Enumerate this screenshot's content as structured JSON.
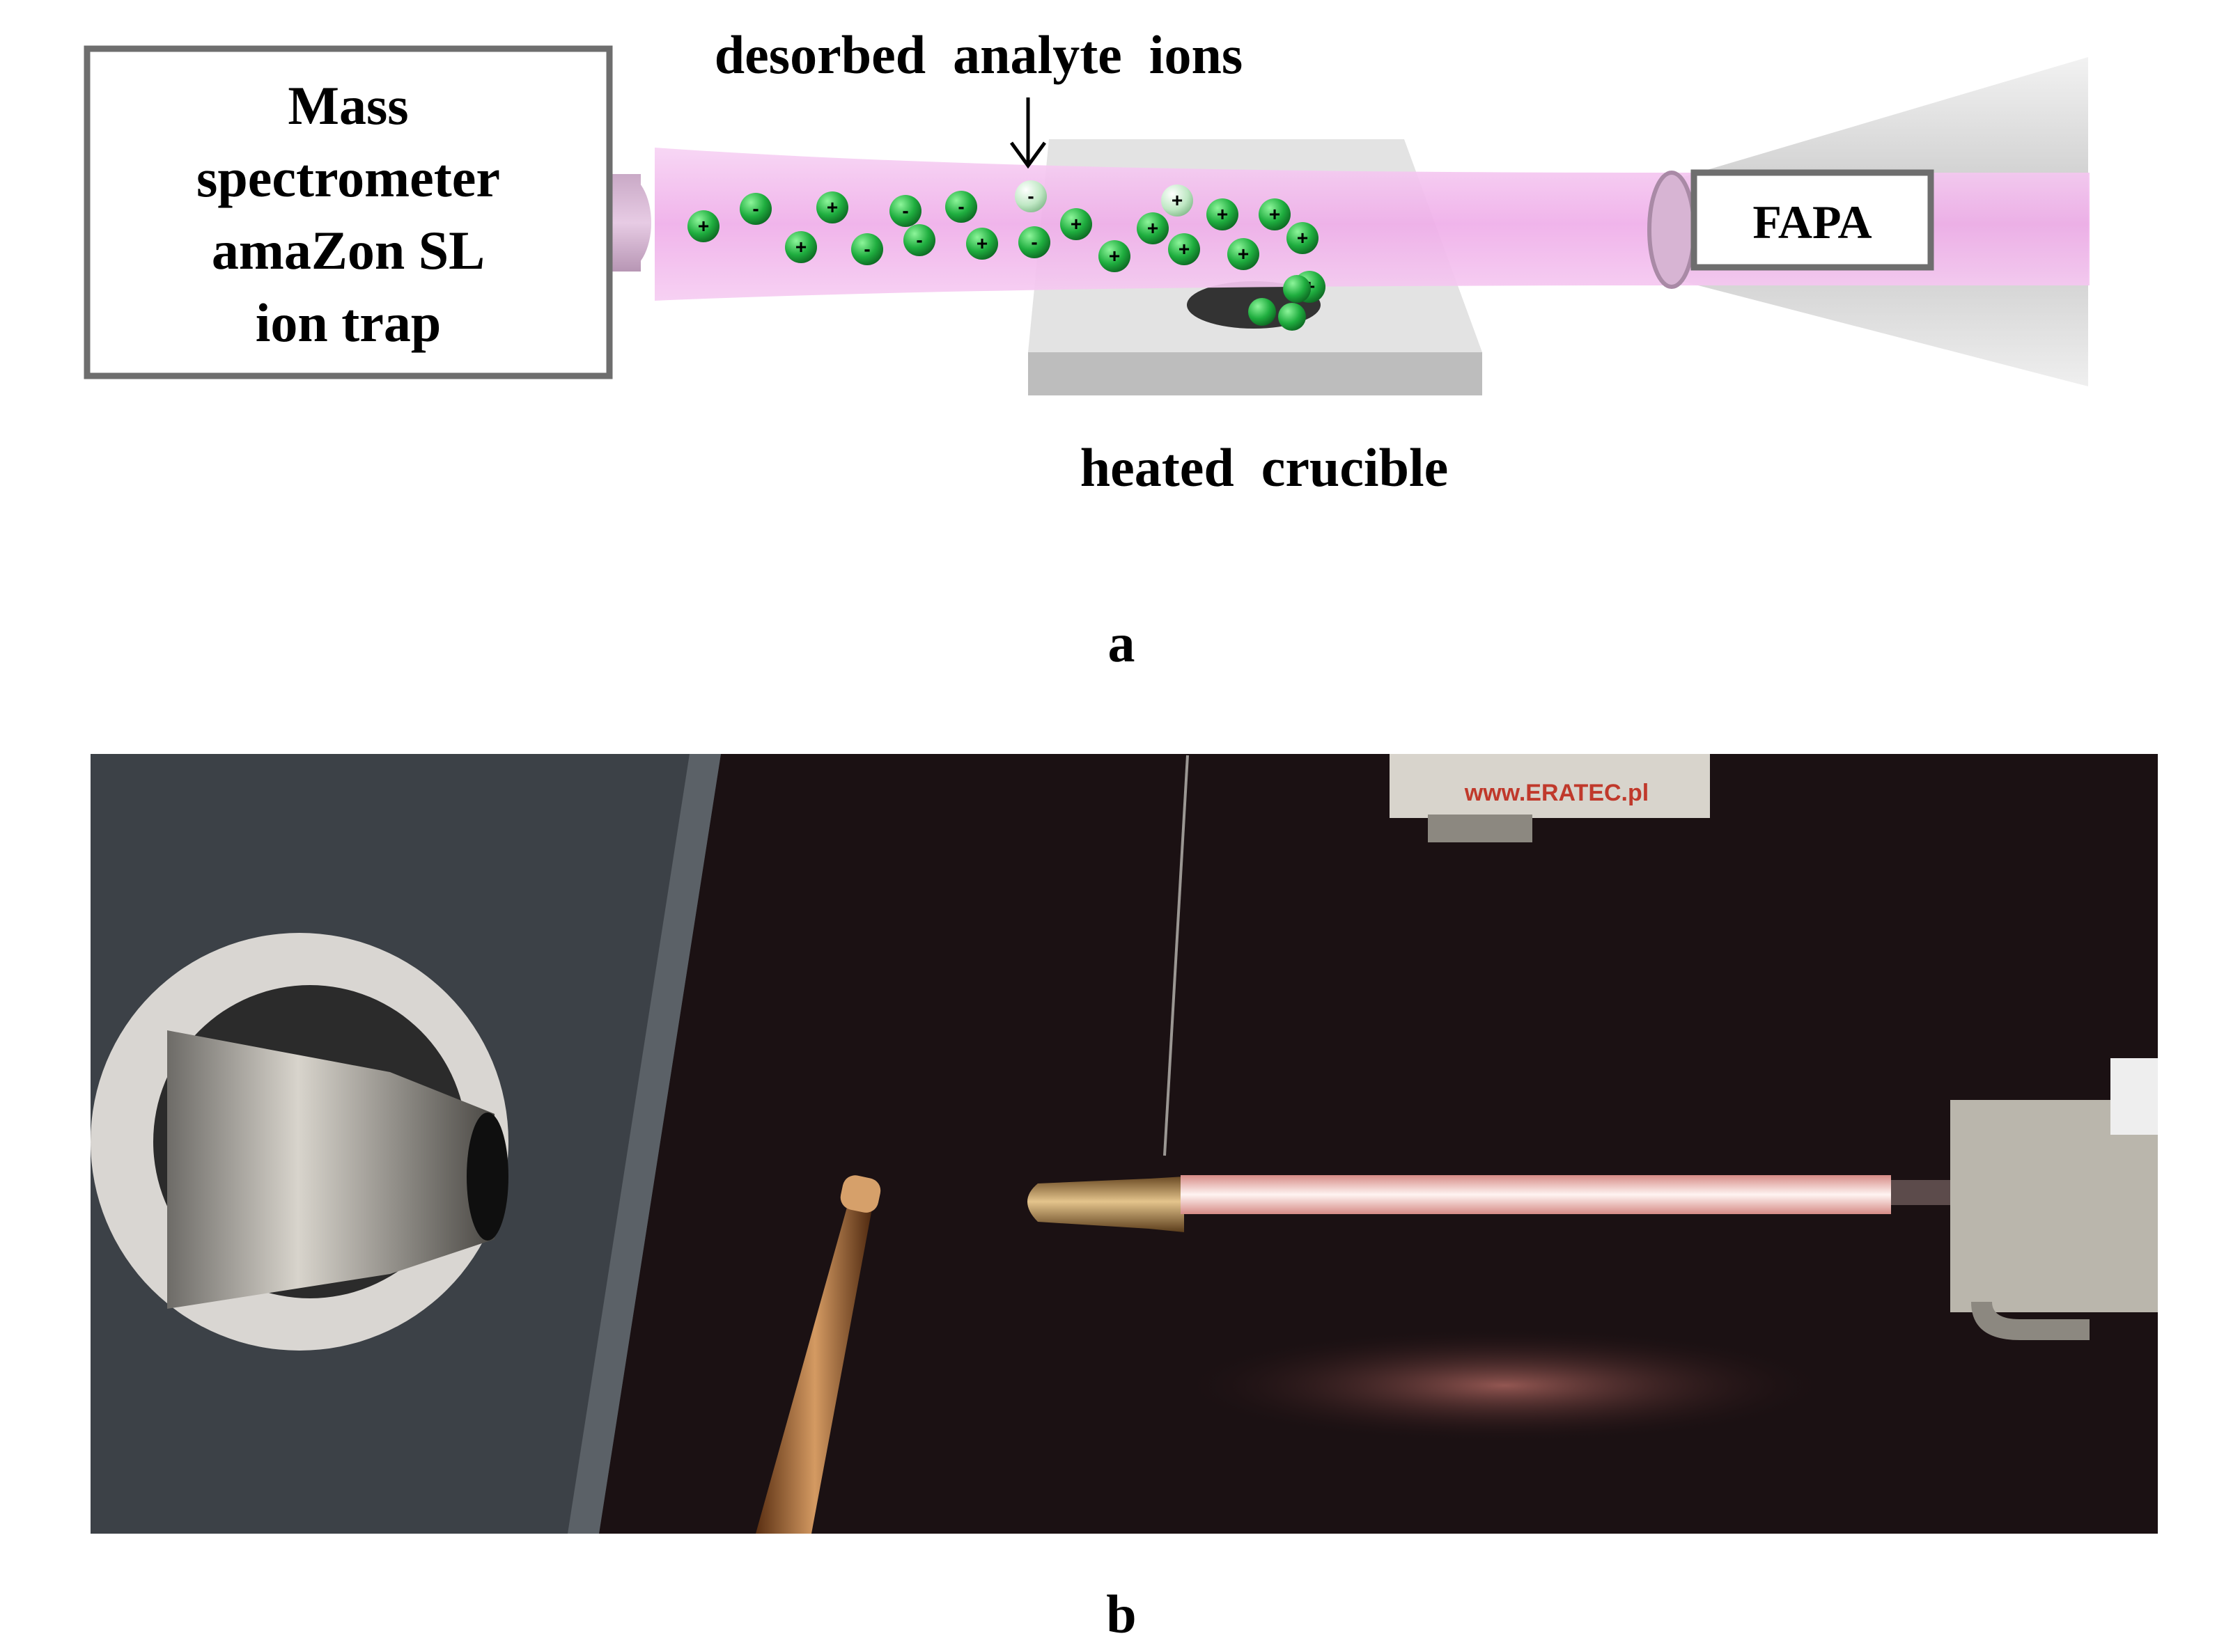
{
  "panel_a": {
    "mass_spec_box": {
      "lines": [
        "Mass",
        "spectrometer",
        "amaZon SL",
        "ion trap"
      ]
    },
    "ion_label": "desorbed  analyte  ions",
    "crucible_label": "heated  crucible",
    "fapa_label": "FAPA",
    "caption": "a",
    "ions": [
      {
        "charge": "+",
        "color": "green"
      },
      {
        "charge": "-",
        "color": "green"
      },
      {
        "charge": "+",
        "color": "green"
      },
      {
        "charge": "-",
        "color": "green"
      },
      {
        "charge": "-",
        "color": "green"
      },
      {
        "charge": "-",
        "color": "light"
      },
      {
        "charge": "-",
        "color": "green"
      },
      {
        "charge": "+",
        "color": "light"
      },
      {
        "charge": "+",
        "color": "green"
      },
      {
        "charge": "-",
        "color": "green"
      },
      {
        "charge": "+",
        "color": "green"
      },
      {
        "charge": "-",
        "color": "green"
      },
      {
        "charge": "+",
        "color": "green"
      },
      {
        "charge": "+",
        "color": "green"
      },
      {
        "charge": "+",
        "color": "green"
      },
      {
        "charge": "+",
        "color": "green"
      },
      {
        "charge": "+",
        "color": "green"
      },
      {
        "charge": "+",
        "color": "green"
      },
      {
        "charge": "+",
        "color": "green"
      },
      {
        "charge": "+",
        "color": "green"
      },
      {
        "charge": "+",
        "color": "green"
      }
    ]
  },
  "panel_b": {
    "photo_brand": "www.ERATEC.pl",
    "caption": "b"
  },
  "colors": {
    "plasma": "#f3bdf0",
    "ion_green": "#1faa3c",
    "ion_light": "#bfe8c4",
    "box_border": "#6e6e6e",
    "crucible_top": "#e2e2e2",
    "photo_bg": "#1a1012"
  }
}
